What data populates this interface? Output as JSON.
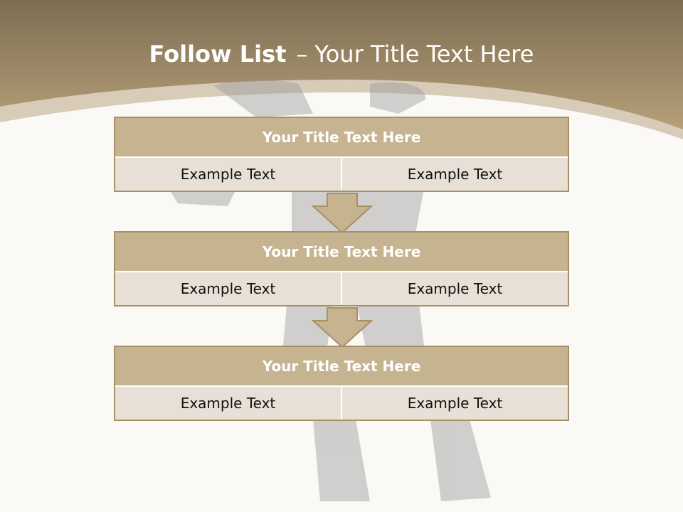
{
  "title": {
    "bold": "Follow List",
    "separator": "–",
    "rest": "Your Title Text Here"
  },
  "steps": [
    {
      "header": "Your Title Text Here",
      "left": "Example Text",
      "right": "Example Text"
    },
    {
      "header": "Your Title Text Here",
      "left": "Example Text",
      "right": "Example Text"
    },
    {
      "header": "Your Title Text Here",
      "left": "Example Text",
      "right": "Example Text"
    }
  ],
  "colors": {
    "banner": "#a08a66",
    "header_fill": "#c6b390",
    "cell_fill": "#e8e0d6",
    "border": "#a98f64",
    "arrow_fill": "#c6b390"
  }
}
